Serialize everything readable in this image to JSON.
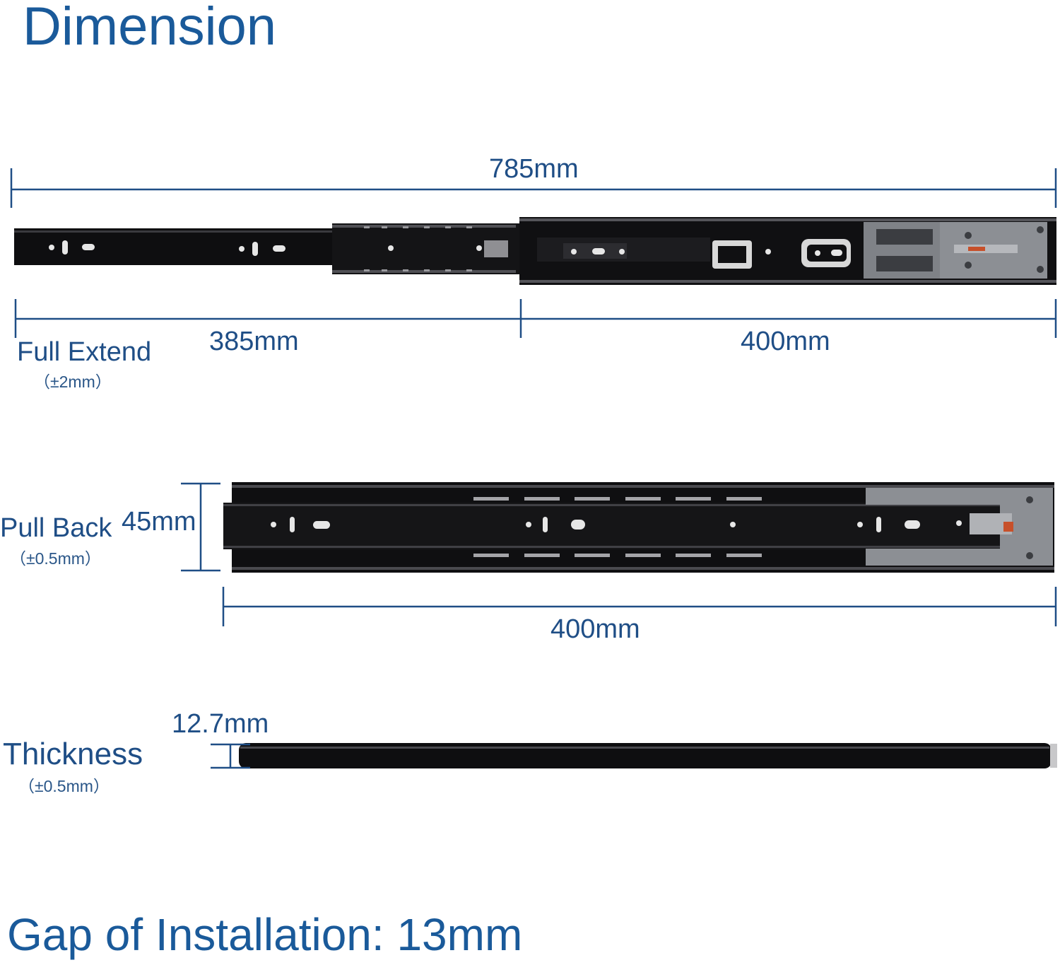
{
  "header": {
    "title": "Dimension"
  },
  "full_extend": {
    "label": "Full Extend",
    "tolerance": "（±2mm）",
    "total": "785mm",
    "part_a": "385mm",
    "part_b": "400mm"
  },
  "pull_back": {
    "label": "Pull Back",
    "tolerance": "（±0.5mm）",
    "height": "45mm",
    "length": "400mm"
  },
  "thickness": {
    "label": "Thickness",
    "tolerance": "（±0.5mm）",
    "value": "12.7mm"
  },
  "footer": {
    "gap_text": "Gap of Installation: 13mm"
  },
  "colors": {
    "text": "#1f4e86",
    "dim_line": "#1f4e86",
    "rail": "#0e0e0f",
    "clip": "#8c8f94"
  }
}
